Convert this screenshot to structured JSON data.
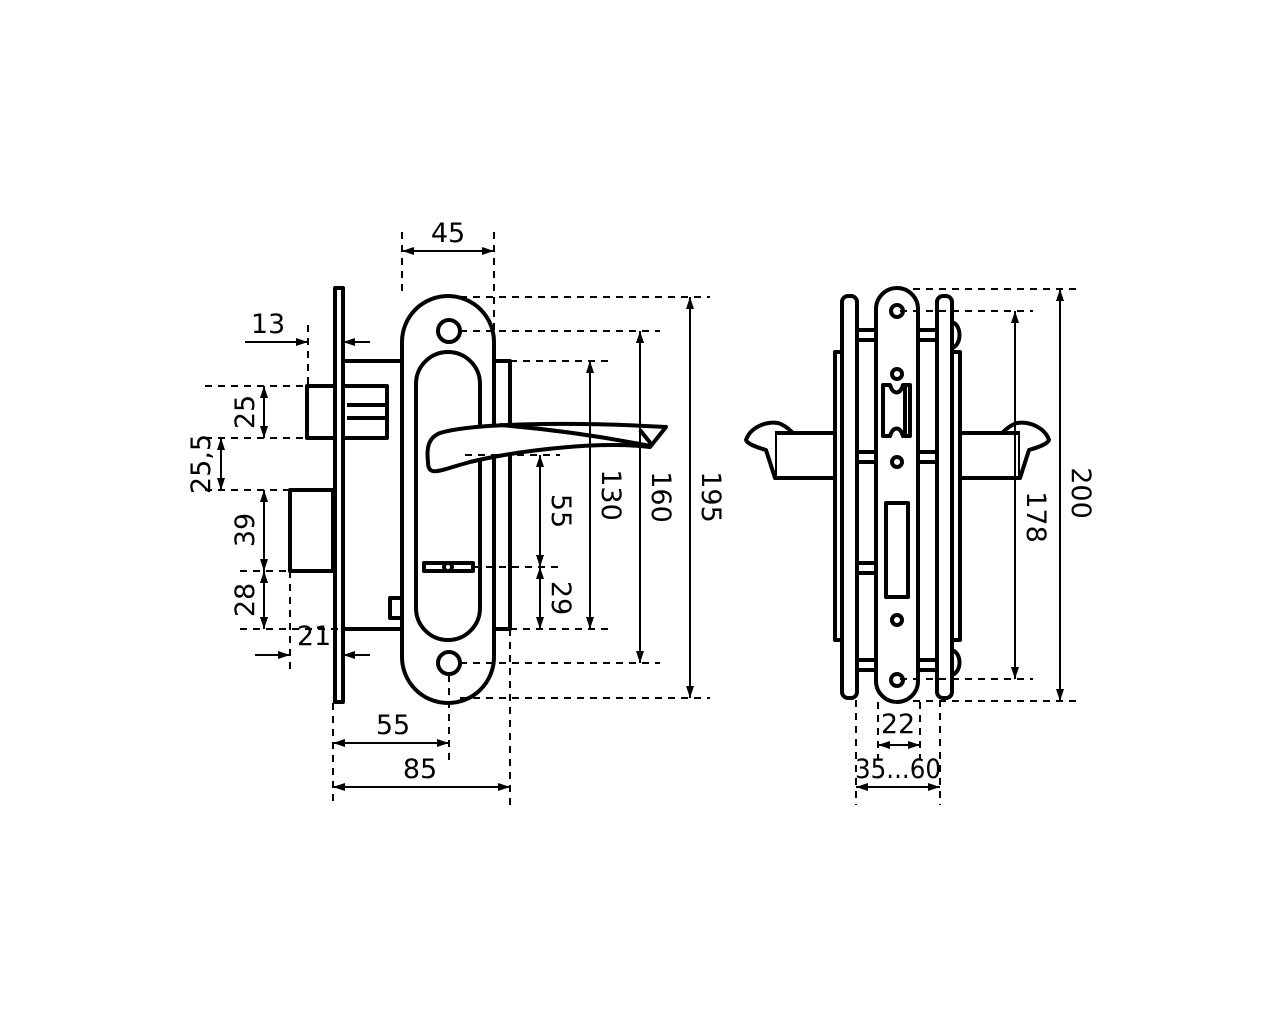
{
  "drawing": {
    "front_view": {
      "dimensions": {
        "escutcheon_width": "45",
        "backset_offset": "13",
        "latch_height": "25",
        "latch_bolt_gap": "25,5",
        "bolt_height": "39",
        "bolt_to_body": "28",
        "bolt_projection": "21",
        "handle_to_key": "55",
        "key_to_bottom": "29",
        "body_height": "130",
        "screw_spacing": "160",
        "escutcheon_height": "195",
        "backset": "55",
        "total_depth": "85"
      }
    },
    "side_view": {
      "dimensions": {
        "faceplate_width": "22",
        "door_thickness": "35...60",
        "faceplate_screw_spacing": "178",
        "faceplate_height": "200"
      }
    }
  }
}
